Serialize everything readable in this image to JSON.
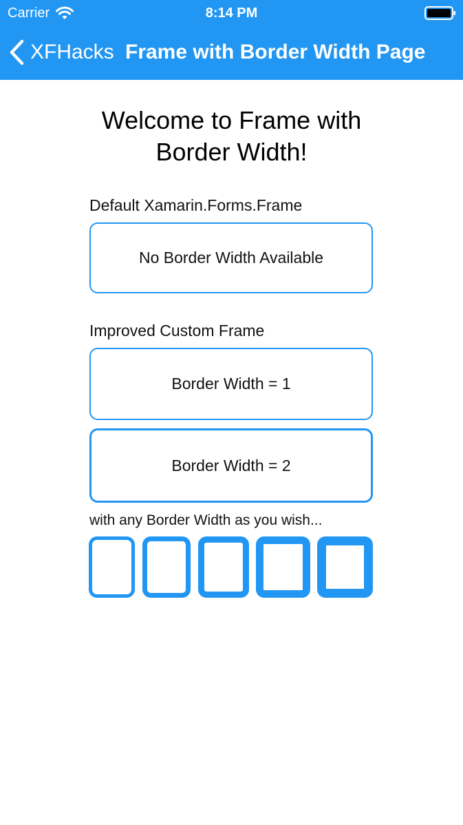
{
  "status_bar": {
    "carrier": "Carrier",
    "time": "8:14 PM",
    "wifi_icon": "wifi-icon",
    "battery_icon": "battery-icon"
  },
  "nav": {
    "back_label": "XFHacks",
    "back_icon": "chevron-left-icon",
    "title": "Frame with Border Width Page",
    "background_color": "#2196F3"
  },
  "content": {
    "welcome_line1": "Welcome to Frame with",
    "welcome_line2": "Border Width!",
    "default_section_label": "Default Xamarin.Forms.Frame",
    "default_frame_text": "No Border Width Available",
    "improved_section_label": "Improved Custom Frame",
    "frame1_text": "Border Width = 1",
    "frame2_text": "Border Width = 2",
    "any_width_label": "with any Border Width as you wish...",
    "mini_frame_border_widths": [
      1,
      2,
      3,
      4,
      5
    ],
    "accent_color": "#2196F3"
  }
}
